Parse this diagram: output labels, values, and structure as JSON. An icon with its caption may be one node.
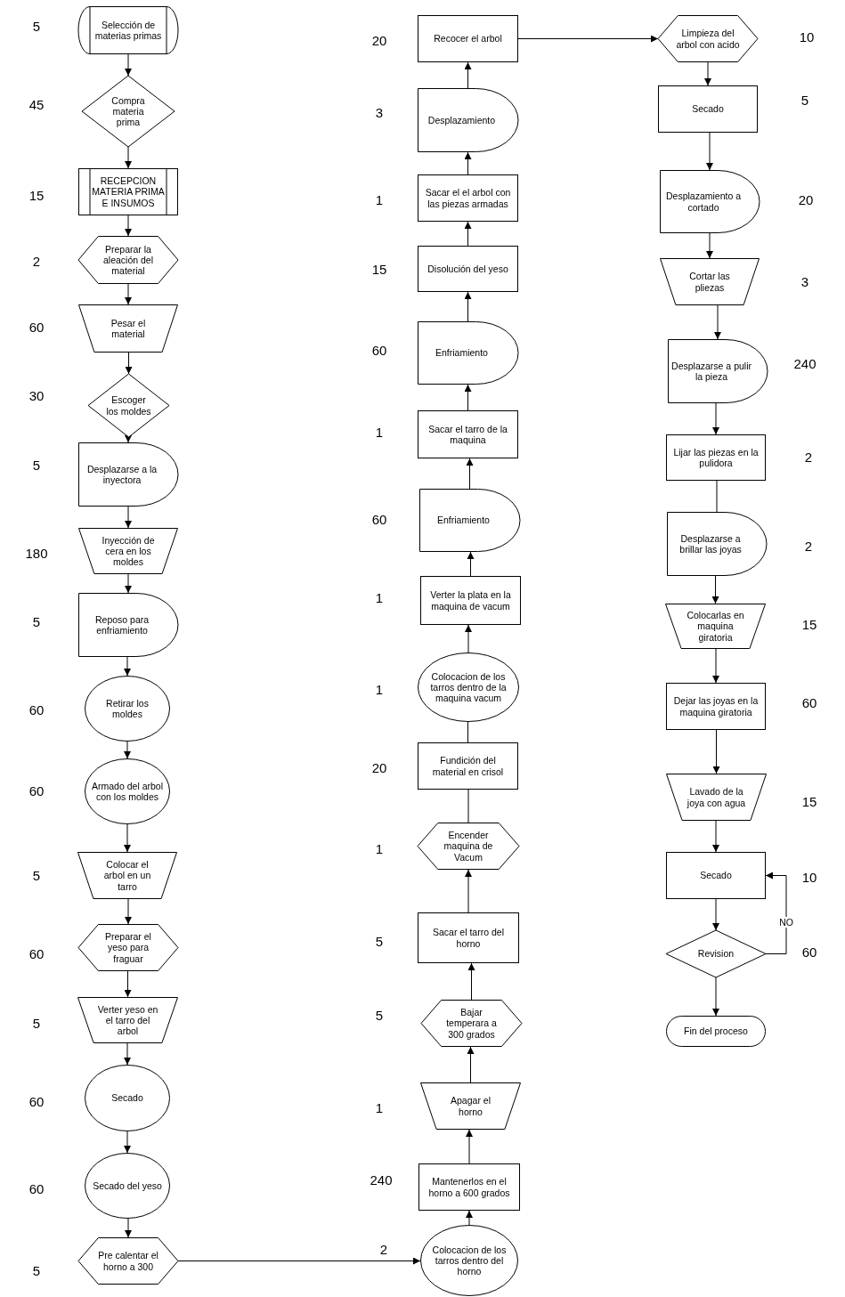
{
  "diagram": {
    "nodes": [
      {
        "text": [
          "Selección de materias primas"
        ],
        "beside": [
          "5"
        ]
      },
      {
        "text": [
          "Compra materia prima"
        ],
        "beside": [
          "45"
        ]
      },
      {
        "text": [
          "RECEPCION MATERIA PRIMA E INSUMOS"
        ],
        "beside": [
          "15"
        ]
      },
      {
        "text": [
          "Preparar la aleación del material"
        ],
        "beside": [
          "2"
        ]
      },
      {
        "text": [
          "Pesar el material"
        ],
        "beside": [
          "60"
        ]
      },
      {
        "text": [
          "Escoger los moldes"
        ],
        "beside": [
          "30"
        ]
      },
      {
        "text": [
          "Desplazarse a la inyectora"
        ],
        "beside": [
          "5"
        ]
      },
      {
        "text": [
          "Inyección de cera en los moldes"
        ],
        "beside": [
          "180"
        ]
      },
      {
        "text": [
          "Reposo para enfriamiento"
        ],
        "beside": [
          "5"
        ]
      },
      {
        "text": [
          "Retirar los moldes"
        ],
        "beside": [
          "60"
        ]
      },
      {
        "text": [
          "Armado del arbol con los moldes"
        ],
        "beside": [
          "60"
        ]
      },
      {
        "text": [
          "Colocar el arbol en un tarro"
        ],
        "beside": [
          "5"
        ]
      },
      {
        "text": [
          "Preparar el yeso para fraguar"
        ],
        "beside": [
          "60"
        ]
      },
      {
        "text": [
          "Verter yeso en el tarro del arbol"
        ],
        "beside": [
          "5"
        ]
      },
      {
        "text": [
          "Secado"
        ],
        "beside": [
          "60"
        ]
      },
      {
        "text": [
          "Secado del yeso"
        ],
        "beside": [
          "60"
        ]
      },
      {
        "text": [
          "Pre calentar el horno a 300"
        ],
        "beside": [
          "5"
        ]
      },
      {
        "text": [
          "Colocacion de los tarros dentro del horno"
        ],
        "beside": [
          "2"
        ]
      },
      {
        "text": [
          "Mantenerlos en el horno a 600 grados"
        ],
        "beside": [
          "240"
        ]
      },
      {
        "text": [
          "Apagar el horno"
        ],
        "beside": [
          "1"
        ]
      },
      {
        "text": [
          "Bajar temperara a 300 grados"
        ],
        "beside": [
          "5"
        ]
      },
      {
        "text": [
          "Sacar el tarro del horno"
        ],
        "beside": [
          "5"
        ]
      },
      {
        "text": [
          "Encender maquina de Vacum"
        ],
        "beside": [
          "1"
        ]
      },
      {
        "text": [
          "Fundición del material en crisol"
        ],
        "beside": [
          "20"
        ]
      },
      {
        "text": [
          "Colocacion de los tarros dentro de la maquina vacum"
        ],
        "beside": [
          "1"
        ]
      },
      {
        "text": [
          "Verter la plata en la maquina de vacum"
        ],
        "beside": [
          "1"
        ]
      },
      {
        "text": [
          "Enfriamiento"
        ],
        "beside": [
          "60"
        ]
      },
      {
        "text": [
          "Sacar el tarro de la maquina"
        ],
        "beside": [
          "1"
        ]
      },
      {
        "text": [
          "Enfriamiento"
        ],
        "beside": [
          "60"
        ]
      },
      {
        "text": [
          "Disolución del yeso"
        ],
        "beside": [
          "15"
        ]
      },
      {
        "text": [
          "Sacar el el arbol con las piezas armadas"
        ],
        "beside": [
          "1"
        ]
      },
      {
        "text": [
          "Desplazamiento"
        ],
        "beside": [
          "3"
        ]
      },
      {
        "text": [
          "Recocer el arbol"
        ],
        "beside": [
          "20"
        ]
      },
      {
        "text": [
          "Limpieza del arbol con acido"
        ],
        "beside": [
          "10"
        ]
      },
      {
        "text": [
          "Secado"
        ],
        "beside": [
          "5"
        ]
      },
      {
        "text": [
          "Desplazamiento a cortado"
        ],
        "beside": [
          "20"
        ]
      },
      {
        "text": [
          "Cortar las pliezas"
        ],
        "beside": [
          "3"
        ]
      },
      {
        "text": [
          "Desplazarse a pulir la pieza"
        ],
        "beside": [
          "240"
        ]
      },
      {
        "text": [
          "Lijar las piezas en la pulidora"
        ],
        "beside": [
          "2"
        ]
      },
      {
        "text": [
          "Desplazarse a brillar las joyas"
        ],
        "beside": [
          "2"
        ]
      },
      {
        "text": [
          "Colocarlas en maquina giratoria"
        ],
        "beside": [
          "15"
        ]
      },
      {
        "text": [
          "Dejar las joyas en la maquina giratoria"
        ],
        "beside": [
          "60"
        ]
      },
      {
        "text": [
          "Lavado de la joya con agua"
        ],
        "beside": [
          "15"
        ]
      },
      {
        "text": [
          "Secado"
        ],
        "beside": [
          "10"
        ]
      },
      {
        "text": [
          "Revision"
        ],
        "beside": [
          "60"
        ]
      },
      {
        "text": [
          "Fin del proceso"
        ]
      }
    ],
    "edges": [
      {
        "from": 0,
        "to": 1,
        "arrow": "to"
      },
      {
        "from": 1,
        "to": 2,
        "arrow": "to"
      },
      {
        "from": 2,
        "to": 3,
        "arrow": "to"
      },
      {
        "from": 3,
        "to": 4,
        "arrow": "to"
      },
      {
        "from": 4,
        "to": 5,
        "arrow": "to"
      },
      {
        "from": 5,
        "to": 6,
        "arrow": "to"
      },
      {
        "from": 6,
        "to": 7,
        "arrow": "to"
      },
      {
        "from": 7,
        "to": 8,
        "arrow": "to"
      },
      {
        "from": 8,
        "to": 9,
        "arrow": "to"
      },
      {
        "from": 9,
        "to": 10,
        "arrow": "to"
      },
      {
        "from": 10,
        "to": 11,
        "arrow": "to"
      },
      {
        "from": 11,
        "to": 12,
        "arrow": "to"
      },
      {
        "from": 12,
        "to": 13,
        "arrow": "to"
      },
      {
        "from": 13,
        "to": 14,
        "arrow": "to"
      },
      {
        "from": 14,
        "to": 15,
        "arrow": "to"
      },
      {
        "from": 15,
        "to": 16,
        "arrow": "to"
      },
      {
        "from": 16,
        "to": 17,
        "arrow": "to"
      },
      {
        "from": 17,
        "to": 18,
        "arrow": "to"
      },
      {
        "from": 18,
        "to": 19,
        "arrow": "to"
      },
      {
        "from": 19,
        "to": 20,
        "arrow": "to"
      },
      {
        "from": 20,
        "to": 21,
        "arrow": "to"
      },
      {
        "from": 21,
        "to": 22,
        "arrow": "to"
      },
      {
        "from": 22,
        "to": 23,
        "arrow": "none"
      },
      {
        "from": 23,
        "to": 24,
        "arrow": "none"
      },
      {
        "from": 24,
        "to": 25,
        "arrow": "to"
      },
      {
        "from": 25,
        "to": 26,
        "arrow": "to"
      },
      {
        "from": 26,
        "to": 27,
        "arrow": "to"
      },
      {
        "from": 27,
        "to": 28,
        "arrow": "to"
      },
      {
        "from": 28,
        "to": 29,
        "arrow": "to"
      },
      {
        "from": 29,
        "to": 30,
        "arrow": "to"
      },
      {
        "from": 30,
        "to": 31,
        "arrow": "to"
      },
      {
        "from": 31,
        "to": 32,
        "arrow": "to"
      },
      {
        "from": 32,
        "to": 33,
        "arrow": "to"
      },
      {
        "from": 33,
        "to": 34,
        "arrow": "to"
      },
      {
        "from": 34,
        "to": 35,
        "arrow": "to"
      },
      {
        "from": 35,
        "to": 36,
        "arrow": "to"
      },
      {
        "from": 36,
        "to": 37,
        "arrow": "to"
      },
      {
        "from": 37,
        "to": 38,
        "arrow": "to"
      },
      {
        "from": 38,
        "to": 39,
        "arrow": "none"
      },
      {
        "from": 39,
        "to": 40,
        "arrow": "to"
      },
      {
        "from": 40,
        "to": 41,
        "arrow": "to"
      },
      {
        "from": 41,
        "to": 42,
        "arrow": "to"
      },
      {
        "from": 42,
        "to": 43,
        "arrow": "to"
      },
      {
        "from": 43,
        "to": 44,
        "arrow": "to"
      },
      {
        "from": 44,
        "to": 43,
        "arrow": "to",
        "label": "NO"
      },
      {
        "from": 44,
        "to": 45,
        "arrow": "to"
      }
    ]
  }
}
